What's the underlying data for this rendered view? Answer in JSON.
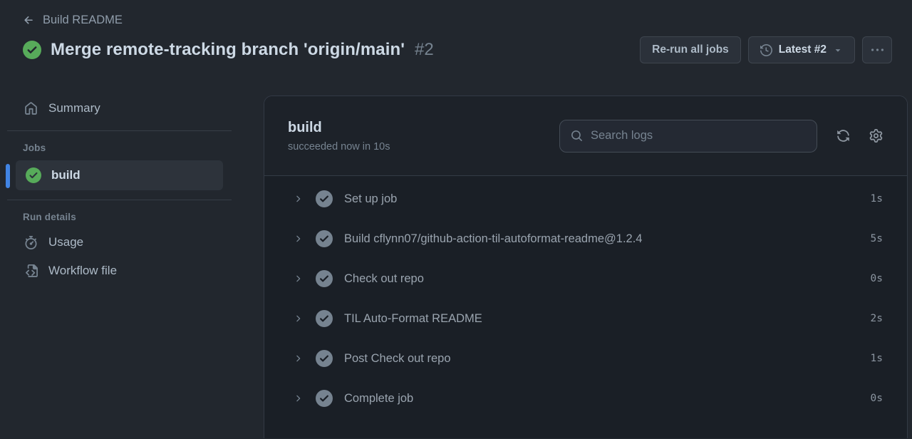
{
  "colors": {
    "page_background": "#22272e",
    "panel_background": "#1a1f26",
    "accent_blue": "#4184e4",
    "success_green": "#57ab5a"
  },
  "header": {
    "breadcrumb": "Build README",
    "title": "Merge remote-tracking branch 'origin/main'",
    "run_number": "#2",
    "rerun_all_jobs_label": "Re-run all jobs",
    "latest_run_label": "Latest #2"
  },
  "sidebar": {
    "summary_label": "Summary",
    "jobs_section_label": "Jobs",
    "job_build_label": "build",
    "job_build_status": "success",
    "run_details_label": "Run details",
    "usage_label": "Usage",
    "workflow_file_label": "Workflow file"
  },
  "panel": {
    "job_title": "build",
    "status_line": "succeeded now in 10s",
    "search_placeholder": "Search logs",
    "steps": [
      {
        "name": "Set up job",
        "duration": "1s"
      },
      {
        "name": "Build cflynn07/github-action-til-autoformat-readme@1.2.4",
        "duration": "5s"
      },
      {
        "name": "Check out repo",
        "duration": "0s"
      },
      {
        "name": "TIL Auto-Format README",
        "duration": "2s"
      },
      {
        "name": "Post Check out repo",
        "duration": "1s"
      },
      {
        "name": "Complete job",
        "duration": "0s"
      }
    ]
  },
  "icons": {
    "back": "arrow-left-icon",
    "success": "check-circle-icon",
    "attempts": "history-icon",
    "expand": "caret-down-icon",
    "more": "kebab-icon",
    "summary": "home-icon",
    "usage": "stopwatch-icon",
    "workflow": "code-file-icon",
    "search": "search-icon",
    "refresh": "sync-icon",
    "settings": "gear-icon",
    "step_expand": "chevron-right-icon"
  }
}
